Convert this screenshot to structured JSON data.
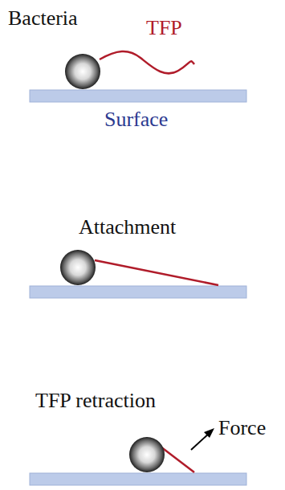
{
  "diagram": {
    "labels": [
      "Bacteria",
      "TFP",
      "Surface",
      "Attachment",
      "TFP retraction",
      "Force"
    ]
  }
}
